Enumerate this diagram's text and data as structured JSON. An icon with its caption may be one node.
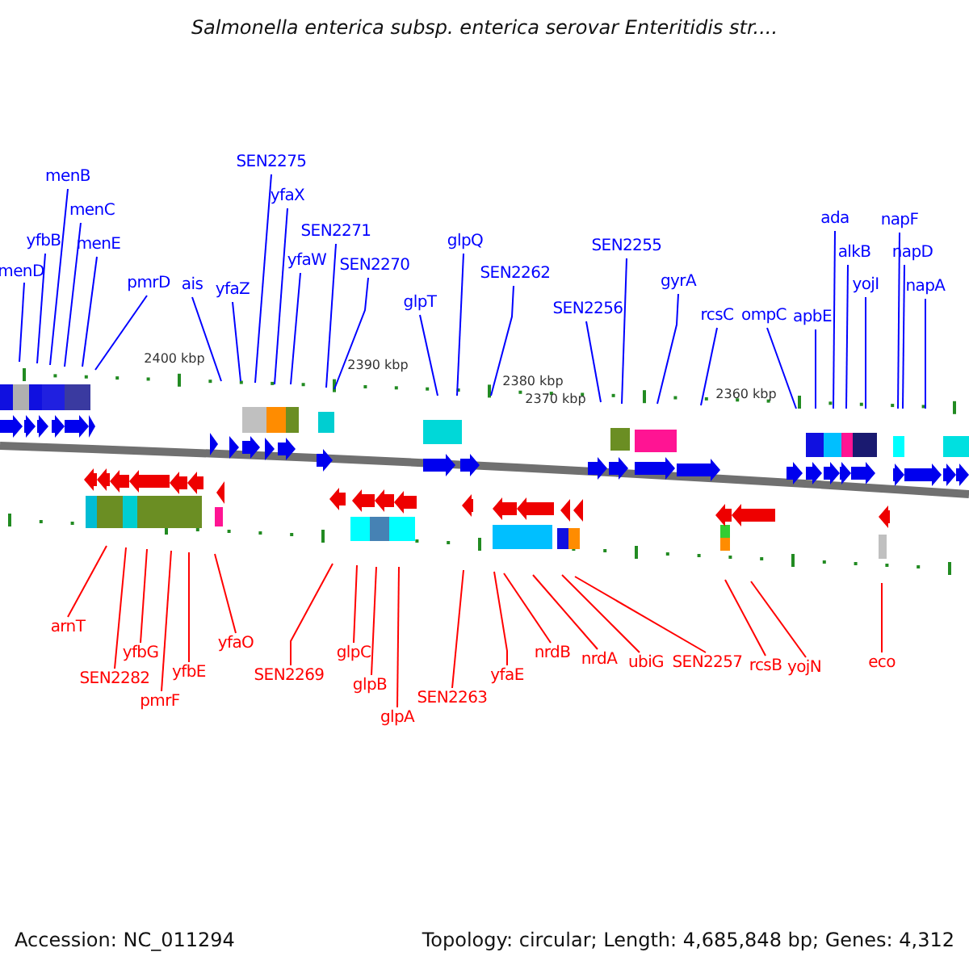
{
  "diagram": {
    "title": "Salmonella enterica subsp. enterica serovar Enteritidis str....",
    "nodes": [
      {
        "text": [
          "menD"
        ]
      },
      {
        "text": [
          "yfbB"
        ]
      },
      {
        "text": [
          "menB"
        ]
      },
      {
        "text": [
          "menC"
        ]
      },
      {
        "text": [
          "menE"
        ]
      },
      {
        "text": [
          "pmrD"
        ]
      },
      {
        "text": [
          "ais"
        ]
      },
      {
        "text": [
          "yfaZ"
        ]
      },
      {
        "text": [
          "SEN2275"
        ]
      },
      {
        "text": [
          "yfaX"
        ]
      },
      {
        "text": [
          "yfaW"
        ]
      },
      {
        "text": [
          "SEN2271"
        ]
      },
      {
        "text": [
          "SEN2270"
        ]
      },
      {
        "text": [
          "glpT"
        ]
      },
      {
        "text": [
          "glpQ"
        ]
      },
      {
        "text": [
          "SEN2262"
        ]
      },
      {
        "text": [
          "SEN2256"
        ]
      },
      {
        "text": [
          "SEN2255"
        ]
      },
      {
        "text": [
          "gyrA"
        ]
      },
      {
        "text": [
          "rcsC"
        ]
      },
      {
        "text": [
          "ompC"
        ]
      },
      {
        "text": [
          "apbE"
        ]
      },
      {
        "text": [
          "ada"
        ]
      },
      {
        "text": [
          "alkB"
        ]
      },
      {
        "text": [
          "yojI"
        ]
      },
      {
        "text": [
          "napF"
        ]
      },
      {
        "text": [
          "napD"
        ]
      },
      {
        "text": [
          "napA"
        ]
      },
      {
        "text": [
          "arnT"
        ]
      },
      {
        "text": [
          "SEN2282"
        ]
      },
      {
        "text": [
          "yfbG"
        ]
      },
      {
        "text": [
          "pmrF"
        ]
      },
      {
        "text": [
          "yfbE"
        ]
      },
      {
        "text": [
          "yfaO"
        ]
      },
      {
        "text": [
          "SEN2269"
        ]
      },
      {
        "text": [
          "glpC"
        ]
      },
      {
        "text": [
          "glpB"
        ]
      },
      {
        "text": [
          "glpA"
        ]
      },
      {
        "text": [
          "SEN2263"
        ]
      },
      {
        "text": [
          "yfaE"
        ]
      },
      {
        "text": [
          "nrdB"
        ]
      },
      {
        "text": [
          "nrdA"
        ]
      },
      {
        "text": [
          "ubiG"
        ]
      },
      {
        "text": [
          "SEN2257"
        ]
      },
      {
        "text": [
          "rcsB"
        ]
      },
      {
        "text": [
          "yojN"
        ]
      },
      {
        "text": [
          "eco"
        ]
      }
    ],
    "edges": [
      {
        "from": 0,
        "to": null,
        "arrow": "none"
      },
      {
        "from": 1,
        "to": null,
        "arrow": "none"
      },
      {
        "from": 2,
        "to": null,
        "arrow": "none"
      },
      {
        "from": 3,
        "to": null,
        "arrow": "none"
      },
      {
        "from": 4,
        "to": null,
        "arrow": "none"
      },
      {
        "from": 5,
        "to": null,
        "arrow": "none"
      },
      {
        "from": 6,
        "to": null,
        "arrow": "none"
      },
      {
        "from": 7,
        "to": null,
        "arrow": "none"
      },
      {
        "from": 8,
        "to": null,
        "arrow": "none"
      },
      {
        "from": 9,
        "to": null,
        "arrow": "none"
      },
      {
        "from": 10,
        "to": null,
        "arrow": "none"
      },
      {
        "from": 11,
        "to": null,
        "arrow": "none"
      },
      {
        "from": 12,
        "to": null,
        "arrow": "none"
      },
      {
        "from": 13,
        "to": null,
        "arrow": "none"
      },
      {
        "from": 14,
        "to": null,
        "arrow": "none"
      },
      {
        "from": 15,
        "to": null,
        "arrow": "none"
      },
      {
        "from": 16,
        "to": null,
        "arrow": "none"
      },
      {
        "from": 17,
        "to": null,
        "arrow": "none"
      },
      {
        "from": 18,
        "to": null,
        "arrow": "none"
      },
      {
        "from": 19,
        "to": null,
        "arrow": "none"
      },
      {
        "from": 20,
        "to": null,
        "arrow": "none"
      },
      {
        "from": 21,
        "to": null,
        "arrow": "none"
      },
      {
        "from": 22,
        "to": null,
        "arrow": "none"
      },
      {
        "from": 23,
        "to": null,
        "arrow": "none"
      },
      {
        "from": 24,
        "to": null,
        "arrow": "none"
      },
      {
        "from": 25,
        "to": null,
        "arrow": "none"
      },
      {
        "from": 26,
        "to": null,
        "arrow": "none"
      },
      {
        "from": 27,
        "to": null,
        "arrow": "none"
      },
      {
        "from": 28,
        "to": null,
        "arrow": "none",
        "color": "#ff0000"
      },
      {
        "from": 29,
        "to": null,
        "arrow": "none",
        "color": "#ff0000"
      },
      {
        "from": 30,
        "to": null,
        "arrow": "none",
        "color": "#ff0000"
      },
      {
        "from": 31,
        "to": null,
        "arrow": "none",
        "color": "#ff0000"
      },
      {
        "from": 32,
        "to": null,
        "arrow": "none",
        "color": "#ff0000"
      },
      {
        "from": 33,
        "to": null,
        "arrow": "none",
        "color": "#ff0000"
      },
      {
        "from": 34,
        "to": null,
        "arrow": "none",
        "color": "#ff0000"
      },
      {
        "from": 35,
        "to": null,
        "arrow": "none",
        "color": "#ff0000"
      },
      {
        "from": 36,
        "to": null,
        "arrow": "none",
        "color": "#ff0000"
      },
      {
        "from": 37,
        "to": null,
        "arrow": "none",
        "color": "#ff0000"
      },
      {
        "from": 38,
        "to": null,
        "arrow": "none",
        "color": "#ff0000"
      },
      {
        "from": 39,
        "to": null,
        "arrow": "none",
        "color": "#ff0000"
      },
      {
        "from": 40,
        "to": null,
        "arrow": "none",
        "color": "#ff0000"
      },
      {
        "from": 41,
        "to": null,
        "arrow": "none",
        "color": "#ff0000"
      },
      {
        "from": 42,
        "to": null,
        "arrow": "none",
        "color": "#ff0000"
      },
      {
        "from": 43,
        "to": null,
        "arrow": "none",
        "color": "#ff0000"
      },
      {
        "from": 44,
        "to": null,
        "arrow": "none",
        "color": "#ff0000"
      },
      {
        "from": 45,
        "to": null,
        "arrow": "none",
        "color": "#ff0000"
      },
      {
        "from": 46,
        "to": null,
        "arrow": "none",
        "color": "#ff0000"
      }
    ],
    "labels": [
      "2400 kbp",
      "2390 kbp",
      "2380 kbp",
      "2370 kbp",
      "2360 kbp",
      "Accession: NC_011294",
      "Topology: circular; Length: 4,685,848 bp; Genes: 4,312"
    ]
  }
}
